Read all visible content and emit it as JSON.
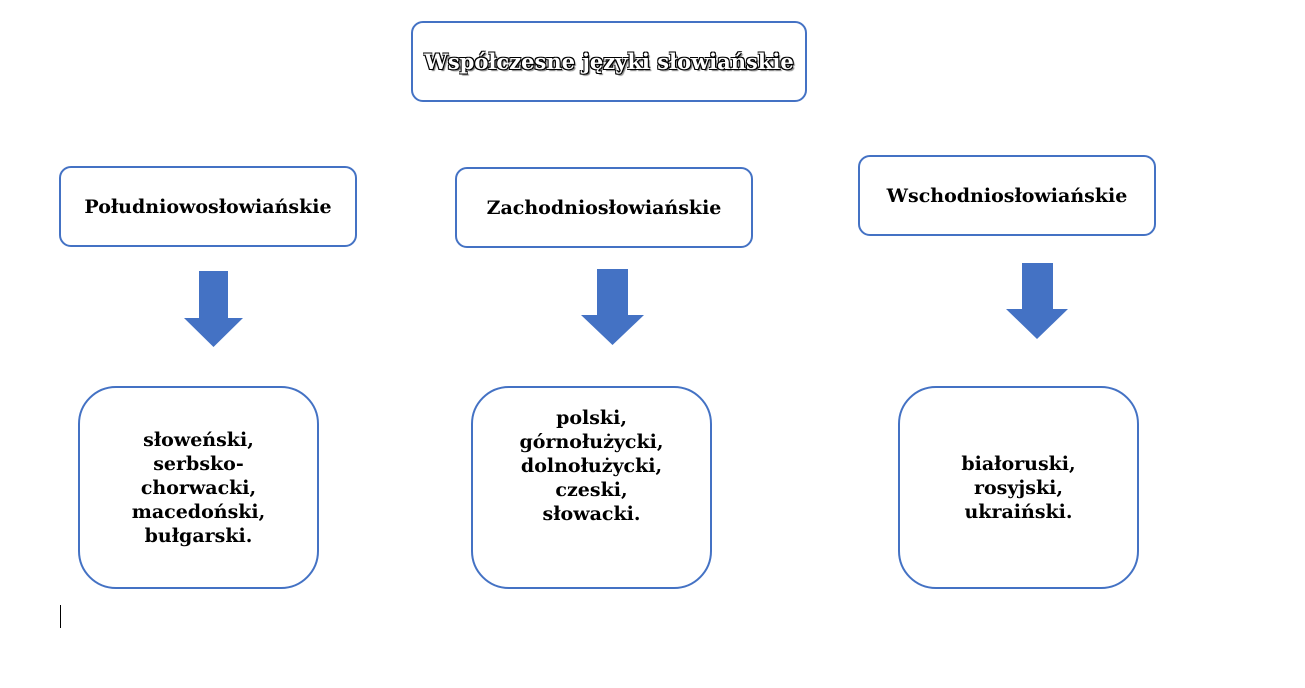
{
  "title": "Współczesne języki słowiańskie",
  "groups": [
    {
      "label": "Południowosłowiańskie",
      "languages": [
        "słoweński,",
        "serbsko-",
        "chorwacki,",
        "macedoński,",
        "bułgarski."
      ]
    },
    {
      "label": "Zachodniosłowiańskie",
      "languages": [
        "polski,",
        "górnołużycki,",
        "dolnołużycki,",
        "czeski,",
        "słowacki."
      ]
    },
    {
      "label": "Wschodniosłowiańskie",
      "languages": [
        "białoruski,",
        "rosyjski,",
        "ukraiński."
      ]
    }
  ],
  "colors": {
    "accent": "#4472c4"
  }
}
